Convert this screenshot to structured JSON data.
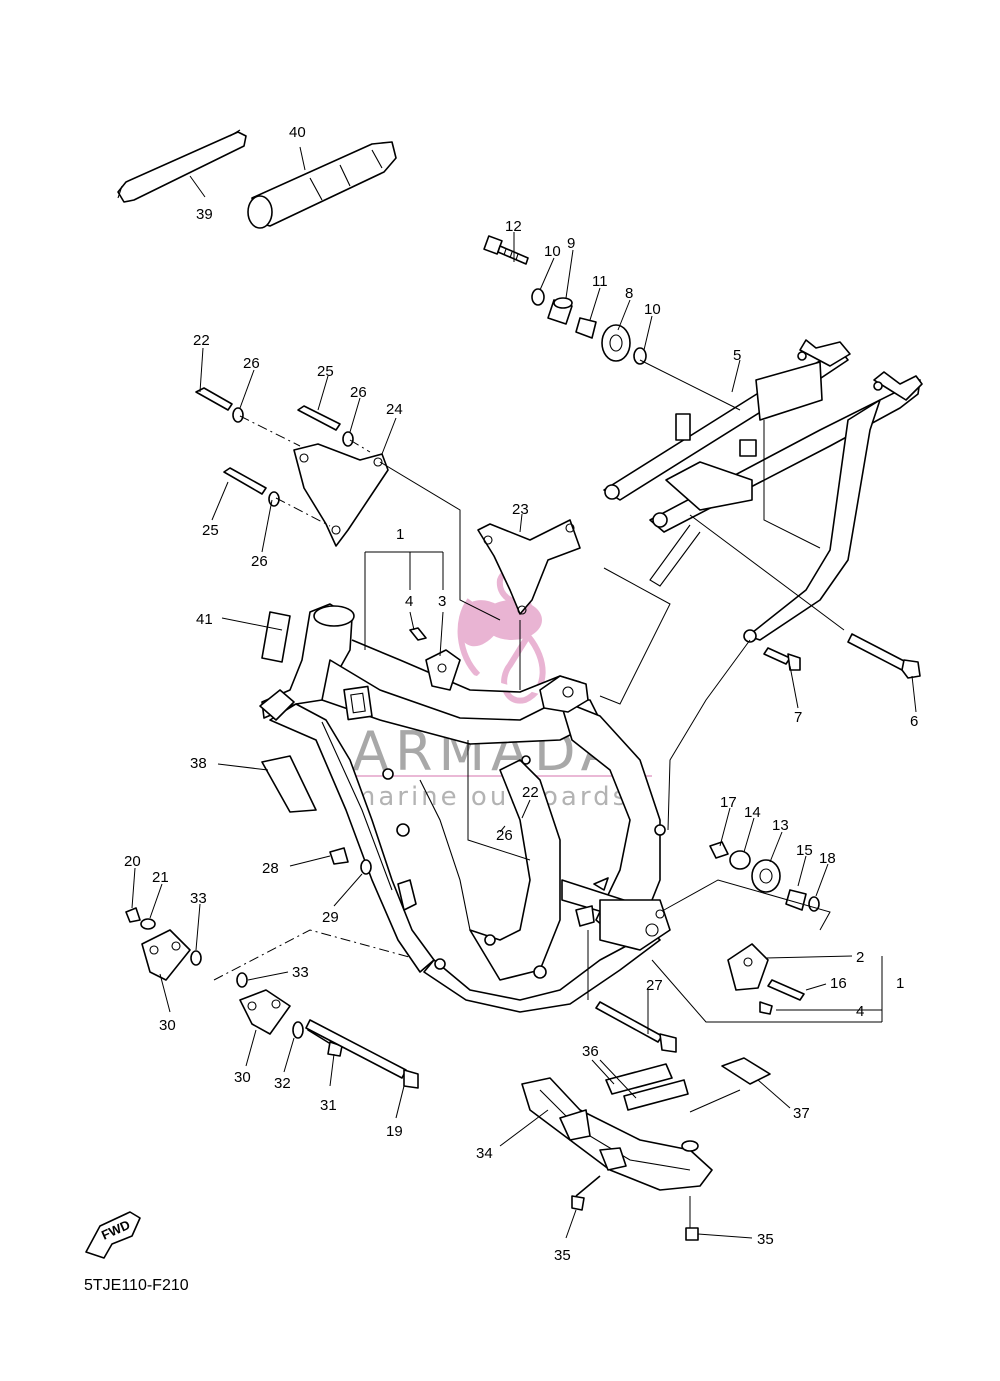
{
  "diagram": {
    "drawing_code": "5TJE110-F210",
    "fwd_label": "FWD",
    "watermark": {
      "brand": "ARMADA",
      "tagline": "marine outboards",
      "colors": {
        "pink": "#e0a3c8",
        "text": "#8c8c8c"
      }
    },
    "callouts": [
      {
        "id": "40",
        "label": "40"
      },
      {
        "id": "39",
        "label": "39"
      },
      {
        "id": "12",
        "label": "12"
      },
      {
        "id": "10a",
        "label": "10"
      },
      {
        "id": "9",
        "label": "9"
      },
      {
        "id": "11",
        "label": "11"
      },
      {
        "id": "8",
        "label": "8"
      },
      {
        "id": "10b",
        "label": "10"
      },
      {
        "id": "5",
        "label": "5"
      },
      {
        "id": "22a",
        "label": "22"
      },
      {
        "id": "26a",
        "label": "26"
      },
      {
        "id": "25a",
        "label": "25"
      },
      {
        "id": "26b",
        "label": "26"
      },
      {
        "id": "24",
        "label": "24"
      },
      {
        "id": "25b",
        "label": "25"
      },
      {
        "id": "26c",
        "label": "26"
      },
      {
        "id": "23",
        "label": "23"
      },
      {
        "id": "1a",
        "label": "1"
      },
      {
        "id": "4a",
        "label": "4"
      },
      {
        "id": "3",
        "label": "3"
      },
      {
        "id": "41",
        "label": "41"
      },
      {
        "id": "7",
        "label": "7"
      },
      {
        "id": "6",
        "label": "6"
      },
      {
        "id": "38",
        "label": "38"
      },
      {
        "id": "22b",
        "label": "22"
      },
      {
        "id": "26d",
        "label": "26"
      },
      {
        "id": "17",
        "label": "17"
      },
      {
        "id": "14",
        "label": "14"
      },
      {
        "id": "13",
        "label": "13"
      },
      {
        "id": "15",
        "label": "15"
      },
      {
        "id": "18",
        "label": "18"
      },
      {
        "id": "28",
        "label": "28"
      },
      {
        "id": "29",
        "label": "29"
      },
      {
        "id": "20",
        "label": "20"
      },
      {
        "id": "21",
        "label": "21"
      },
      {
        "id": "33a",
        "label": "33"
      },
      {
        "id": "30a",
        "label": "30"
      },
      {
        "id": "33b",
        "label": "33"
      },
      {
        "id": "2",
        "label": "2"
      },
      {
        "id": "1b",
        "label": "1"
      },
      {
        "id": "16",
        "label": "16"
      },
      {
        "id": "4b",
        "label": "4"
      },
      {
        "id": "27",
        "label": "27"
      },
      {
        "id": "30b",
        "label": "30"
      },
      {
        "id": "32",
        "label": "32"
      },
      {
        "id": "31",
        "label": "31"
      },
      {
        "id": "19",
        "label": "19"
      },
      {
        "id": "36",
        "label": "36"
      },
      {
        "id": "37",
        "label": "37"
      },
      {
        "id": "34",
        "label": "34"
      },
      {
        "id": "35a",
        "label": "35"
      },
      {
        "id": "35b",
        "label": "35"
      }
    ]
  }
}
